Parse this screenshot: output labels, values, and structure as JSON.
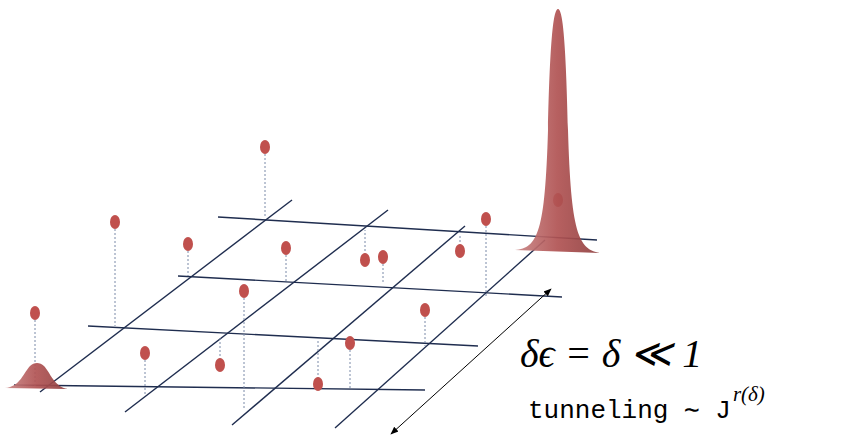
{
  "diagram": {
    "labels": [
      "δϵ = δ ≪ 1",
      "tunneling ∼ J",
      "r(δ)"
    ]
  }
}
